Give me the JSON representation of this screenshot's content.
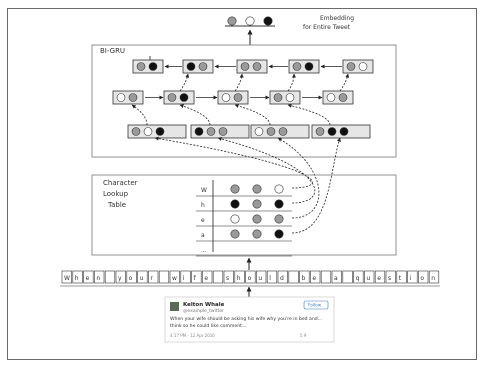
{
  "title_output": {
    "line1": "Embedding",
    "line2": "for Entire Tweet"
  },
  "bi_gru_label": "BI-GRU",
  "lookup_table_label": [
    "Character",
    "Lookup",
    "Table"
  ],
  "lookup_rows": [
    "W",
    "h",
    "e",
    "a",
    "..."
  ],
  "sequence_chars": [
    "W",
    "h",
    "e",
    "n",
    "",
    "y",
    "o",
    "u",
    "r",
    "",
    "w",
    "i",
    "f",
    "e",
    "",
    "s",
    "h",
    "o",
    "u",
    "l",
    "d",
    "",
    "b",
    "e",
    "",
    "a",
    "",
    "q",
    "u",
    "e",
    "s",
    "t",
    "i",
    "o",
    "n"
  ],
  "tweet": {
    "name": "Kelton Whale",
    "handle": "@example_twitter",
    "follow_label": "Follow",
    "text_line1": "When your wife should be asking his wife why you're in bed and...",
    "text_line2": "think so he could like comment...",
    "meta": "4:17 PM - 12 Apr 2016",
    "stats": "5  9"
  },
  "colors": {
    "black": "#111111",
    "gray": "#9a9a9a",
    "white": "#ffffff",
    "box_fill": "#e6e6e6",
    "stroke": "#333333"
  }
}
